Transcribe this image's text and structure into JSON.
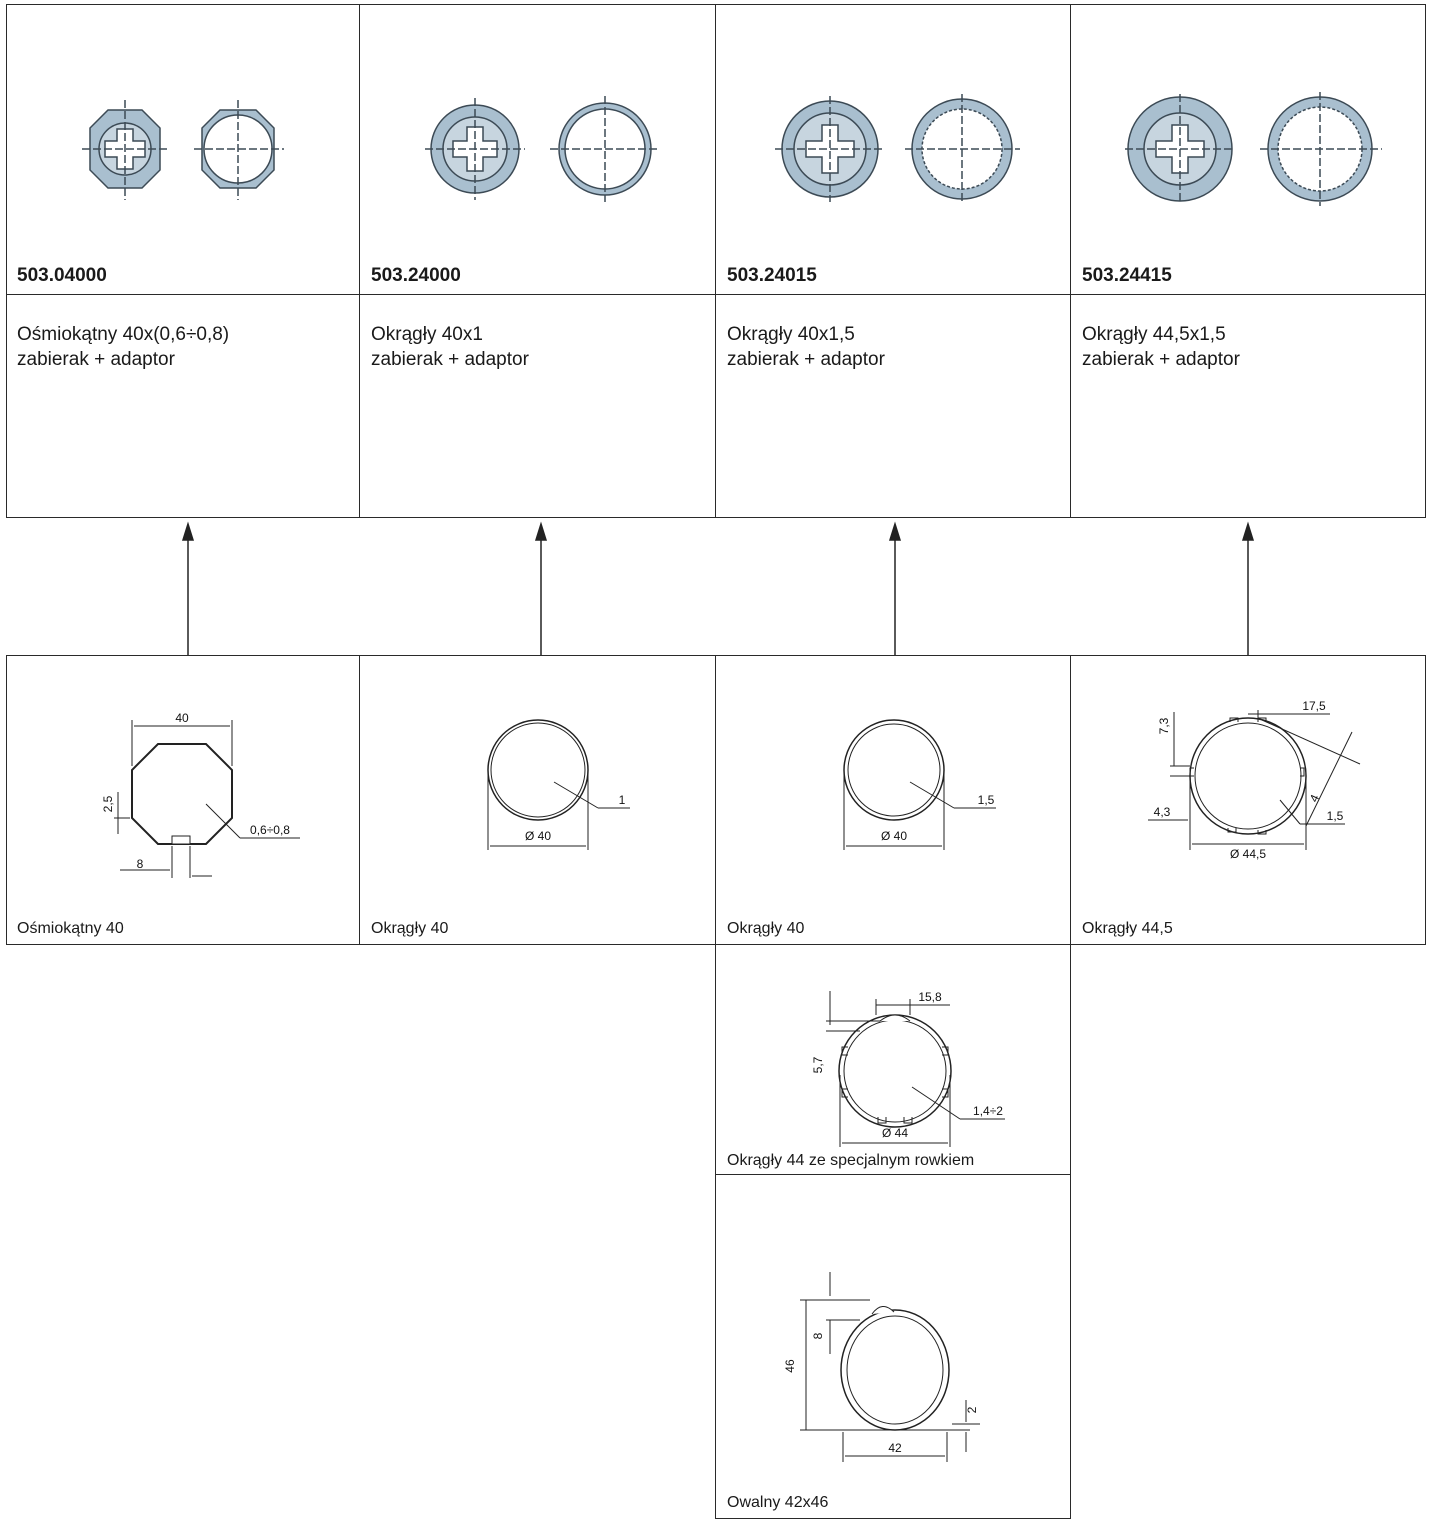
{
  "products": [
    {
      "code": "503.04000",
      "desc_line1": "Ośmiokątny 40x(0,6÷0,8)",
      "desc_line2": "zabierak + adaptor"
    },
    {
      "code": "503.24000",
      "desc_line1": "Okrągły 40x1",
      "desc_line2": "zabierak + adaptor"
    },
    {
      "code": "503.24015",
      "desc_line1": "Okrągły 40x1,5",
      "desc_line2": "zabierak + adaptor"
    },
    {
      "code": "503.24415",
      "desc_line1": "Okrągły 44,5x1,5",
      "desc_line2": "zabierak + adaptor"
    }
  ],
  "profiles": [
    {
      "caption": "Ośmiokątny 40",
      "dims": {
        "width": "40",
        "h": "2,5",
        "slot": "8",
        "wall": "0,6÷0,8"
      }
    },
    {
      "caption": "Okrągły 40",
      "dims": {
        "dia": "Ø 40",
        "wall": "1"
      }
    },
    {
      "caption": "Okrągły 40",
      "dims": {
        "dia": "Ø 40",
        "wall": "1,5"
      }
    },
    {
      "caption": "Okrągły 44,5",
      "dims": {
        "top": "17,5",
        "left_h": "7,3",
        "lt": "4,3",
        "angle": "4",
        "wall": "1,5",
        "dia": "Ø 44,5"
      }
    },
    {
      "caption": "Okrągły 44 ze specjalnym rowkiem",
      "dims": {
        "top": "15,8",
        "left_h": "5,7",
        "wall": "1,4÷2",
        "dia": "Ø 44"
      }
    },
    {
      "caption": "Owalny 42x46",
      "dims": {
        "height": "46",
        "groove": "8",
        "wall": "2",
        "width": "42"
      }
    }
  ],
  "colors": {
    "part_fill": "#a9bfcf",
    "part_stroke": "#3c4a55",
    "line": "#222222"
  }
}
